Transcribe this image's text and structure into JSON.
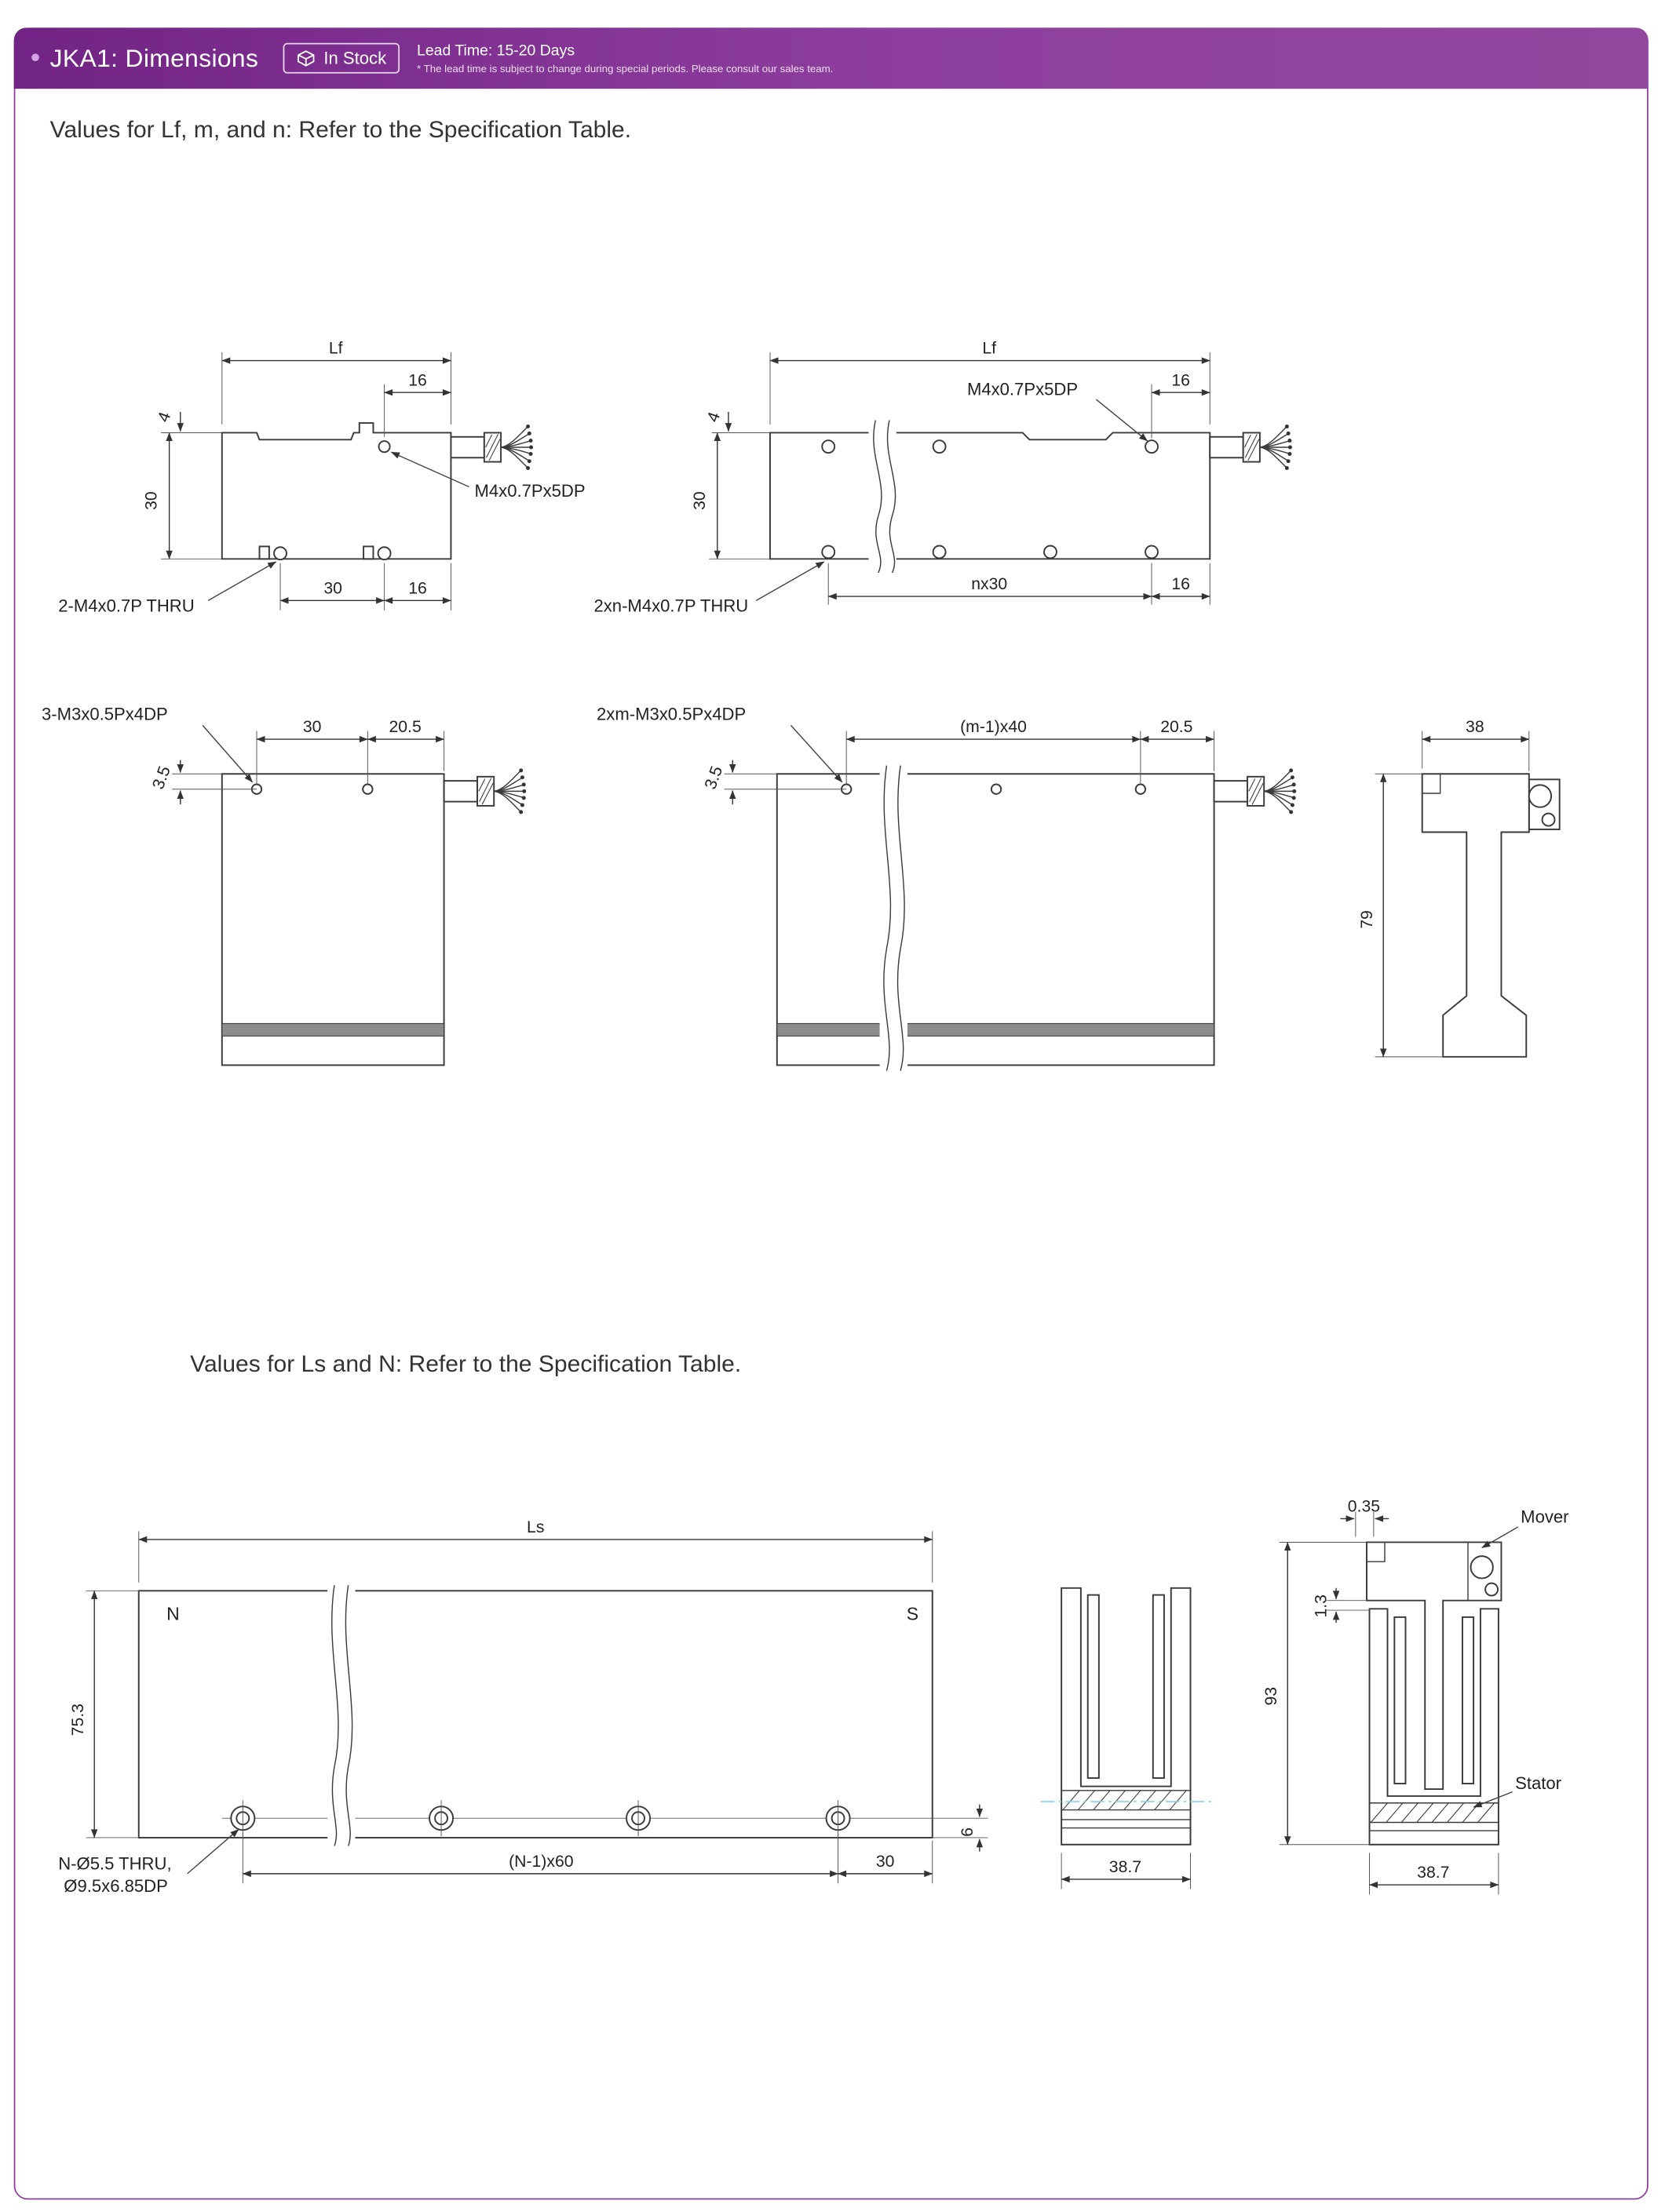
{
  "theme": {
    "accent": "#8e3f9e",
    "line": "#3a3a3a",
    "centerline": "#86d6e6"
  },
  "header": {
    "title": "JKA1: Dimensions",
    "stock_badge": "In Stock",
    "lead_time": "Lead Time: 15-20 Days",
    "lead_time_note": "* The lead time is subject to change during special periods. Please consult our sales team."
  },
  "notes": {
    "top": "Values for Lf, m, and n: Refer to the Specification Table.",
    "bottom": "Values for Ls and N: Refer to the Specification Table."
  },
  "front_short": {
    "lf": "Lf",
    "top16": "16",
    "step4": "4",
    "height30": "30",
    "thread_label": "M4x0.7Px5DP",
    "thru_label": "2-M4x0.7P THRU",
    "bottom30": "30",
    "bottom16": "16"
  },
  "front_long": {
    "lf": "Lf",
    "thread_label": "M4x0.7Px5DP",
    "top16": "16",
    "step4": "4",
    "height30": "30",
    "thru_label": "2xn-M4x0.7P THRU",
    "pitch": "nx30",
    "bottom16": "16"
  },
  "side_short": {
    "label": "3-M3x0.5Px4DP",
    "pitch30": "30",
    "end205": "20.5",
    "offset35": "3.5"
  },
  "side_long": {
    "label": "2xm-M3x0.5Px4DP",
    "pitch": "(m-1)x40",
    "end205": "20.5",
    "offset35": "3.5"
  },
  "mover_section": {
    "width38": "38",
    "height79": "79"
  },
  "stator_side": {
    "ls": "Ls",
    "n": "N",
    "s": "S",
    "height753": "75.3",
    "hole_label_1": "N-Ø5.5 THRU,",
    "hole_label_2": "Ø9.5x6.85DP",
    "pitch": "(N-1)x60",
    "end30": "30",
    "edge6": "6"
  },
  "stator_section": {
    "width387": "38.7"
  },
  "assembly_section": {
    "gap035": "0.35",
    "mover": "Mover",
    "gap13": "1.3",
    "height93": "93",
    "stator": "Stator",
    "width387": "38.7"
  }
}
